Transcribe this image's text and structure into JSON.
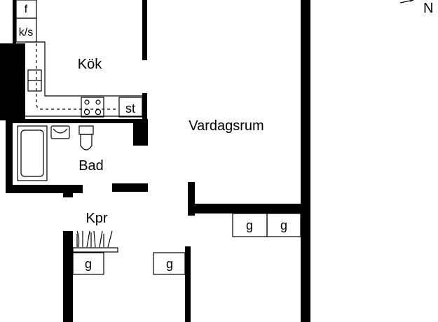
{
  "rooms": {
    "kitchen": "Kök",
    "living_room": "Vardagsrum",
    "bathroom": "Bad",
    "closet": "Kpr"
  },
  "fixtures": {
    "freezer": "f",
    "fridge_freezer": "k/s",
    "stove": "st",
    "wardrobe": "g"
  },
  "compass": {
    "north": "N"
  },
  "colors": {
    "wall": "#000000",
    "background": "#ffffff"
  }
}
